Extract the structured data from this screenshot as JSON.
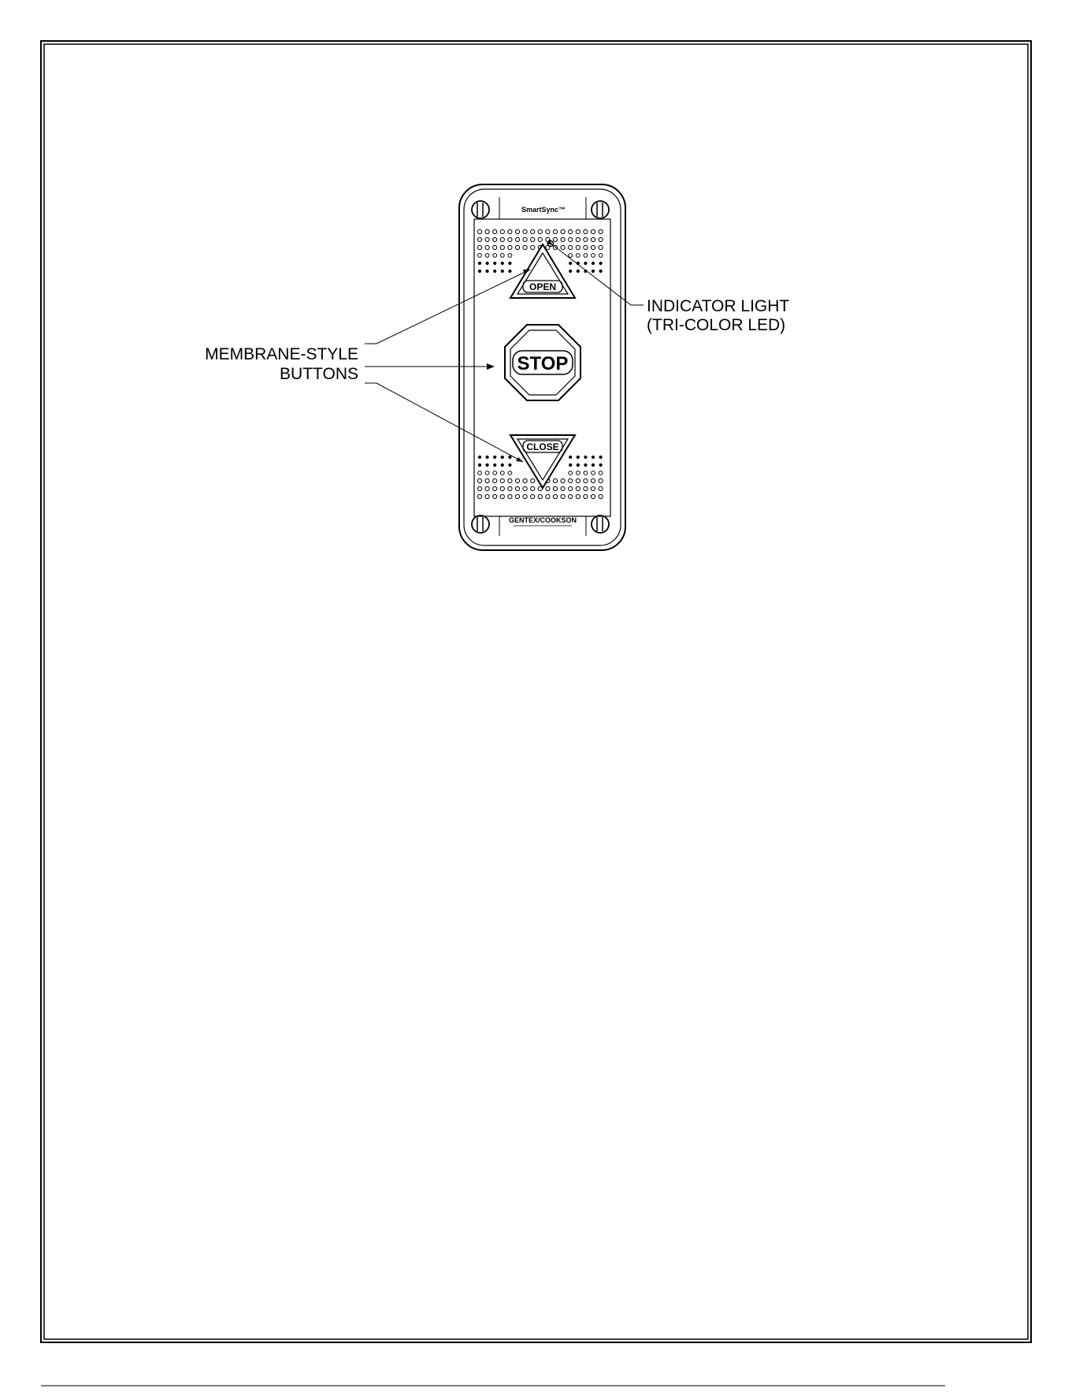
{
  "diagram": {
    "device": {
      "brand_top": "SmartSync™",
      "brand_bottom": "GENTEX/COOKSON",
      "buttons": {
        "open": "OPEN",
        "stop": "STOP",
        "close": "CLOSE"
      }
    },
    "callouts": {
      "indicator_line1": "INDICATOR LIGHT",
      "indicator_line2": "(TRI-COLOR LED)",
      "membrane_line1": "MEMBRANE-STYLE",
      "membrane_line2": "BUTTONS"
    }
  },
  "colors": {
    "ink": "#000000",
    "paper": "#ffffff"
  }
}
